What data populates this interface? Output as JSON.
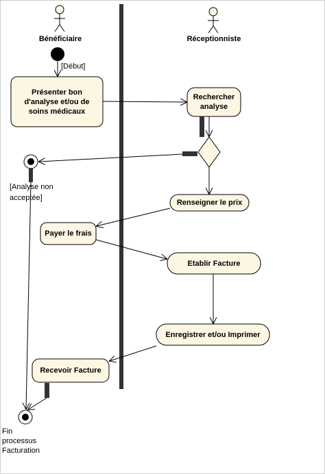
{
  "actors": {
    "left": {
      "name": "Bénéficiaire",
      "icon": "stick-figure-icon"
    },
    "right": {
      "name": "Réceptionniste",
      "icon": "stick-figure-icon"
    }
  },
  "guards": {
    "start": "[Début]",
    "rejected_line1": "[Analyse non",
    "rejected_line2": "acceptée]"
  },
  "activities": {
    "present_line1": "Présenter bon",
    "present_line2": "d'analyse et/ou de",
    "present_line3": "soins médicaux",
    "search_line1": "Rechercher",
    "search_line2": "analyse",
    "price": "Renseigner le prix",
    "pay": "Payer le frais",
    "invoice": "Etablir Facture",
    "record": "Enregistrer et/ou Imprimer",
    "receive": "Recevoir Facture"
  },
  "final": {
    "line1": "Fin",
    "line2": "processus",
    "line3": "Facturation"
  },
  "colors": {
    "node_fill": "#fdf6e3",
    "stroke": "#000000",
    "swimlane": "#333333"
  }
}
